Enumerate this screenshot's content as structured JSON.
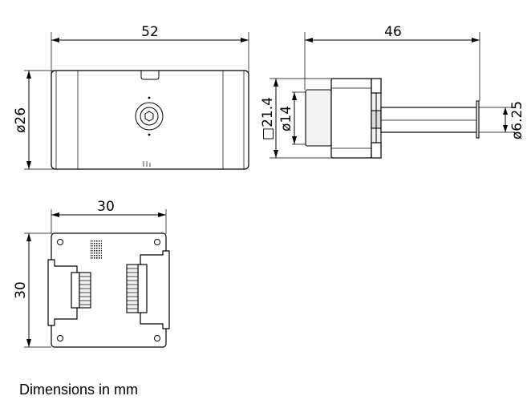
{
  "dimensions": {
    "top_length": "52",
    "top_diameter": "ø26",
    "side_length": "46",
    "side_square": "□21.4",
    "side_diameter": "ø14",
    "shaft_diameter": "ø6.25",
    "board_width": "30",
    "board_height": "30"
  },
  "caption": "Dimensions in mm"
}
